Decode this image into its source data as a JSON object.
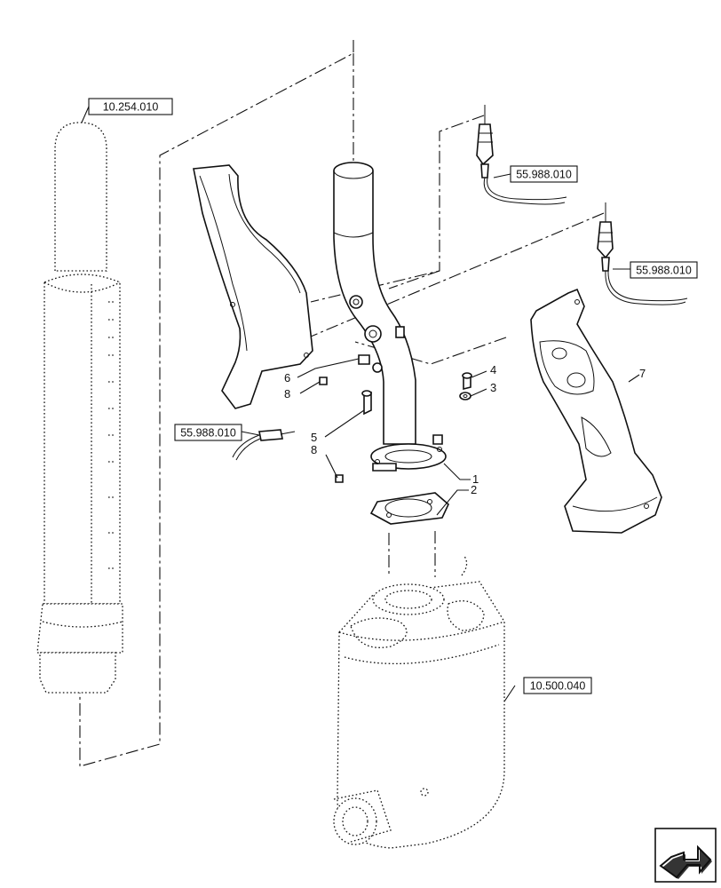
{
  "references": {
    "breather": "10.254.010",
    "sensor_top": "55.988.010",
    "sensor_right": "55.988.010",
    "sensor_left": "55.988.010",
    "muffler": "10.500.040"
  },
  "callouts": {
    "c1": "1",
    "c2": "2",
    "c3": "3",
    "c4": "4",
    "c5": "5",
    "c6": "6",
    "c7": "7",
    "c8a": "8",
    "c8b": "8"
  },
  "icons": {
    "navigation": "next-page-arrow-icon"
  }
}
